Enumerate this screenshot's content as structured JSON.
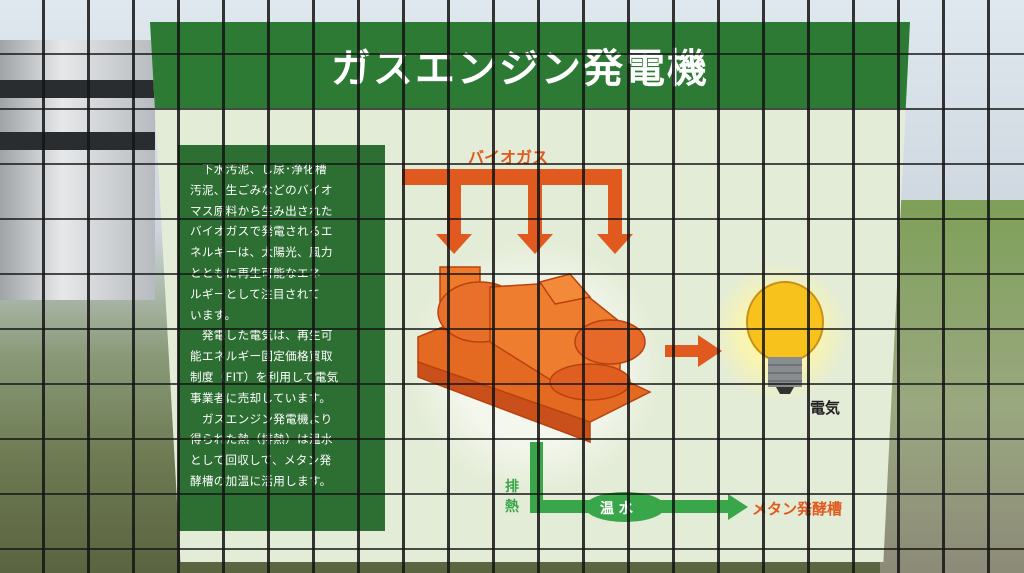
{
  "sign": {
    "title": "ガスエンジン発電機",
    "description_lines": [
      "　下水汚泥、し尿･浄化槽",
      "汚泥、生ごみなどのバイオ",
      "マス原料から生み出された",
      "バイオガスで発電されるエ",
      "ネルギーは、太陽光、風力",
      "とともに再生可能なエネ",
      "ルギーとして注目されて",
      "います。",
      "　発電した電気は、再生可",
      "能エネルギー固定価格買取",
      "制度（FIT）を利用して電気",
      "事業者に売却しています。",
      "　ガスエンジン発電機より",
      "得られた熱（排熱）は温水",
      "として回収して、メタン発",
      "酵槽の加温に活用します。"
    ],
    "diagram": {
      "biogas_label": "バイオガス",
      "electricity_label": "電気",
      "exhaust_heat_label": "排熱",
      "hot_water_label": "温 水",
      "methane_tank_label": "メタン発酵槽",
      "colors": {
        "orange": "#e0591e",
        "green": "#3aa64a",
        "sign_green": "#2c7a34"
      }
    }
  }
}
